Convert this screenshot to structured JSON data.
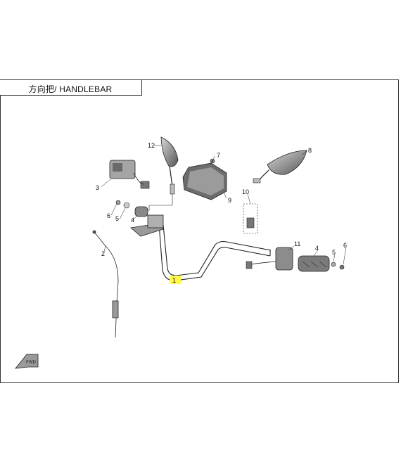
{
  "title": "方向把/ HANDLEBAR",
  "callouts": [
    {
      "id": "c12",
      "label": "12"
    },
    {
      "id": "c7",
      "label": "7"
    },
    {
      "id": "c8",
      "label": "8"
    },
    {
      "id": "c3",
      "label": "3"
    },
    {
      "id": "c9",
      "label": "9"
    },
    {
      "id": "c10",
      "label": "10"
    },
    {
      "id": "c6l",
      "label": "6"
    },
    {
      "id": "c5l",
      "label": "5"
    },
    {
      "id": "c4l",
      "label": "4"
    },
    {
      "id": "c2",
      "label": "2"
    },
    {
      "id": "c11",
      "label": "11"
    },
    {
      "id": "c4r",
      "label": "4"
    },
    {
      "id": "c5r",
      "label": "5"
    },
    {
      "id": "c6r",
      "label": "6"
    },
    {
      "id": "c1",
      "label": "1"
    }
  ],
  "colors": {
    "highlight": "#fff94d",
    "line": "#222222",
    "part_fill": "#8a8a8a"
  },
  "icons": {
    "front-arrow": "FWD"
  }
}
